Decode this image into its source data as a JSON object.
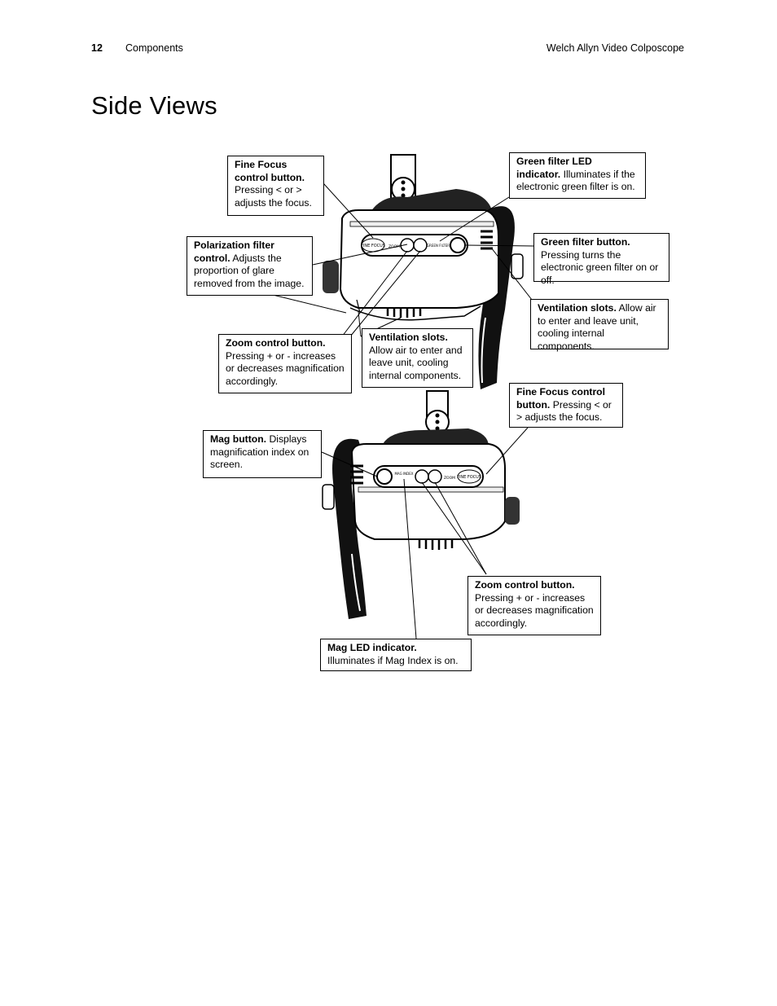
{
  "header": {
    "page_number": "12",
    "section": "Components",
    "document": "Welch Allyn Video Colposcope"
  },
  "page_title": "Side Views",
  "device_labels": {
    "fine_focus": "FINE FOCUS",
    "zoom": "ZOOM",
    "green_filter": "GREEN FILTER",
    "mag_index": "MAG INDEX"
  },
  "callouts": {
    "fine_focus_top": {
      "title": "Fine Focus control button.",
      "body": "Pressing < or > adjusts the focus."
    },
    "polarization": {
      "title": "Polarization filter control.",
      "body": "Adjusts the proportion of glare removed from the image."
    },
    "zoom_top": {
      "title": "Zoom control button.",
      "body": "Pressing + or - increases or decreases magnification accordingly."
    },
    "vent_center": {
      "title": "Ventilation slots.",
      "body": "Allow air to enter and leave unit, cooling internal components."
    },
    "green_led": {
      "title": "Green filter LED indicator.",
      "body": "Illuminates if the electronic green filter is on."
    },
    "green_button": {
      "title": "Green filter button.",
      "body": "Pressing turns the electronic green filter on or off."
    },
    "vent_right": {
      "title": "Ventilation slots.",
      "body": "Allow air to enter and leave unit, cooling internal components."
    },
    "fine_focus_bottom": {
      "title": "Fine Focus control button.",
      "body": "Pressing < or > adjusts the focus."
    },
    "mag_button": {
      "title": "Mag button.",
      "body": "Displays magnification index on screen."
    },
    "zoom_bottom": {
      "title": "Zoom control button.",
      "body": "Pressing + or - increases or decreases magnification accordingly."
    },
    "mag_led": {
      "title": "Mag LED indicator.",
      "body": "Illuminates if Mag Index is on."
    }
  }
}
